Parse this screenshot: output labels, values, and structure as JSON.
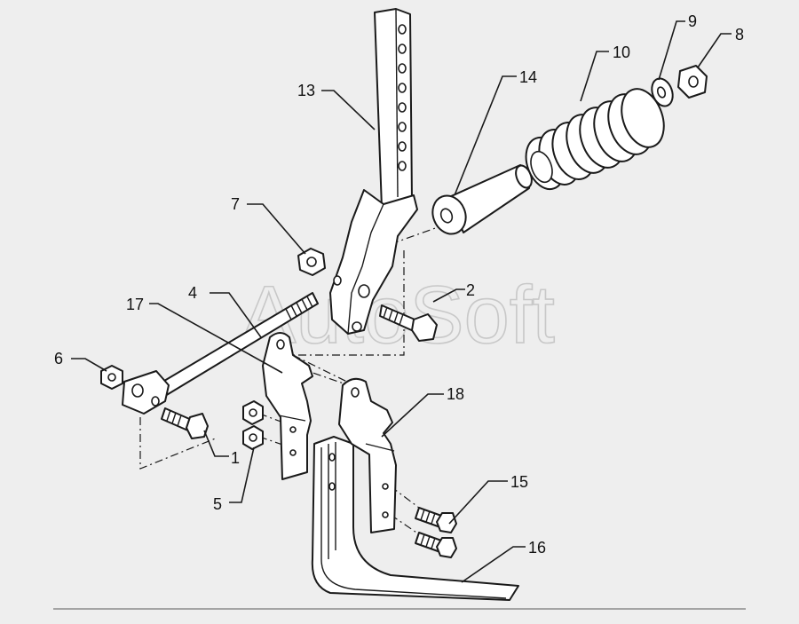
{
  "watermark": "AutoSoft",
  "callouts": [
    {
      "id": "p1",
      "label": "1"
    },
    {
      "id": "p2",
      "label": "2"
    },
    {
      "id": "p4",
      "label": "4"
    },
    {
      "id": "p5",
      "label": "5"
    },
    {
      "id": "p6",
      "label": "6"
    },
    {
      "id": "p7",
      "label": "7"
    },
    {
      "id": "p8",
      "label": "8"
    },
    {
      "id": "p9",
      "label": "9"
    },
    {
      "id": "p10",
      "label": "10"
    },
    {
      "id": "p13",
      "label": "13"
    },
    {
      "id": "p14",
      "label": "14"
    },
    {
      "id": "p15",
      "label": "15"
    },
    {
      "id": "p16",
      "label": "16"
    },
    {
      "id": "p17",
      "label": "17"
    },
    {
      "id": "p18",
      "label": "18"
    }
  ]
}
